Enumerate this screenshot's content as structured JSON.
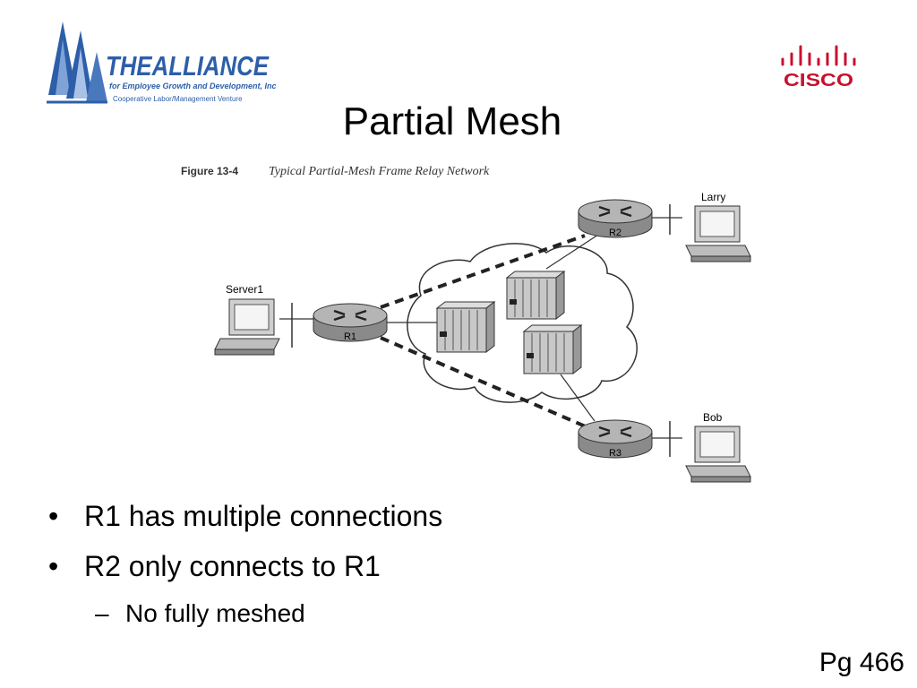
{
  "slide": {
    "title": "Partial Mesh",
    "page": "Pg 466"
  },
  "logo_left": {
    "name": "THEALLIANCE",
    "line1": "for Employee Growth and Development, Inc.",
    "line2": "Cooperative Labor/Management Venture",
    "color": "#2d5fa8"
  },
  "logo_right": {
    "name": "CISCO",
    "color": "#c8102e"
  },
  "figure": {
    "number": "Figure 13-4",
    "caption": "Typical Partial-Mesh Frame Relay Network",
    "devices": {
      "server1": "Server1",
      "r1": "R1",
      "r2": "R2",
      "r3": "R3",
      "larry": "Larry",
      "bob": "Bob"
    }
  },
  "bullets": [
    "R1 has multiple connections",
    "R2 only connects to R1"
  ],
  "sub_bullets": [
    "No fully meshed"
  ]
}
